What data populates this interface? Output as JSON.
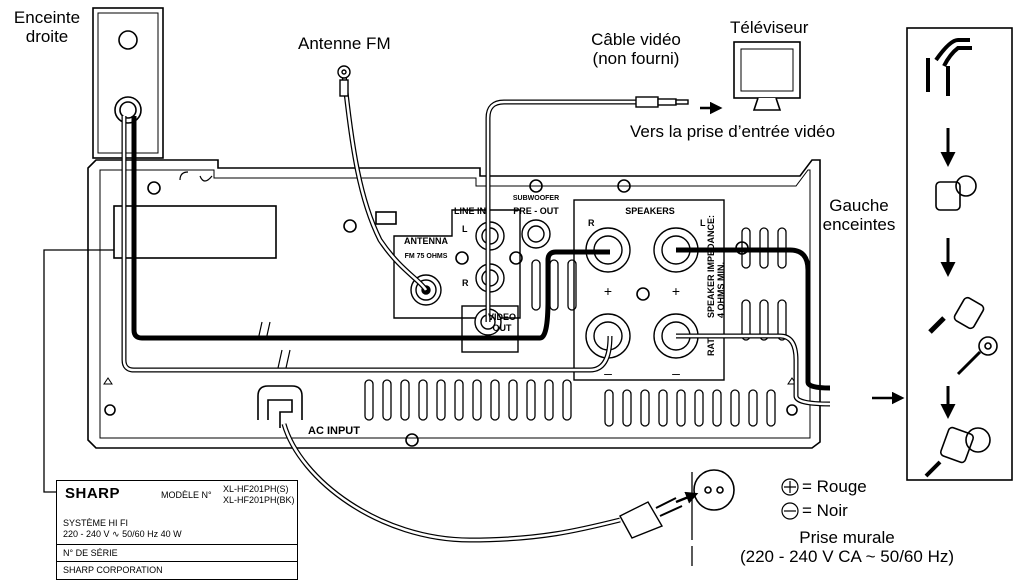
{
  "labels": {
    "right_speaker": [
      "Enceinte",
      "droite"
    ],
    "fm_antenna": "Antenne FM",
    "video_cable": [
      "Câble vidéo",
      "(non fourni)"
    ],
    "tv": "Téléviseur",
    "video_input": "Vers la prise d’entrée vidéo",
    "left_speakers": [
      "Gauche",
      "enceintes"
    ],
    "red": "= Rouge",
    "black": "= Noir",
    "wall_outlet": [
      "Prise  murale",
      "(220 - 240 V CA ~ 50/60 Hz)"
    ]
  },
  "panel": {
    "line_in": "LINE IN",
    "subwoofer": [
      "SUBWOOFER",
      "PRE - OUT"
    ],
    "speakers": "SPEAKERS",
    "antenna": "ANTENNA",
    "fm_75": "FM  75 OHMS",
    "video_out": [
      "VIDEO",
      "OUT"
    ],
    "impedance": [
      "SPEAKER IMPEDANCE:",
      "4 OHMS MIN."
    ],
    "rated": "RAT",
    "ac_input": "AC INPUT",
    "r": "R",
    "l": "L",
    "plus": "+",
    "minus": "–"
  },
  "nameplate": {
    "brand": "SHARP",
    "model_label": "MODÈLE N°",
    "models": [
      "XL-HF201PH(S)",
      "XL-HF201PH(BK)"
    ],
    "system": "SYSTÈME HI FI",
    "power": "220 - 240 V ∿ 50/60 Hz    40 W",
    "serial": "N° DE SÉRIE",
    "maker": "SHARP CORPORATION"
  }
}
